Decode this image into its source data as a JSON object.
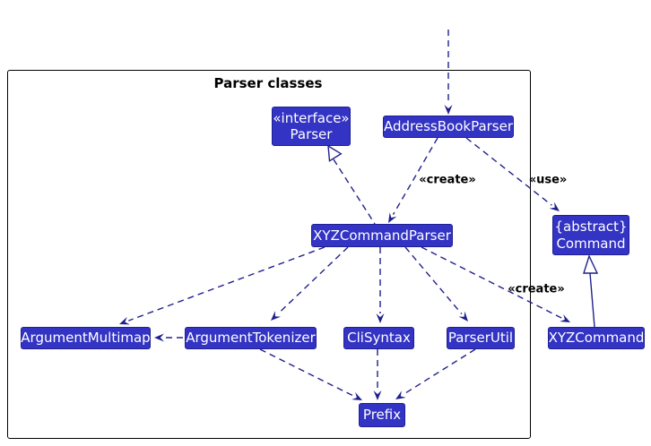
{
  "diagram": {
    "frame_title": "Parser classes",
    "nodes": {
      "parser": {
        "stereotype": "«interface»",
        "name": "Parser"
      },
      "address_book_parser": {
        "name": "AddressBookParser"
      },
      "xyz_command_parser": {
        "name": "XYZCommandParser"
      },
      "command": {
        "stereotype": "{abstract}",
        "name": "Command"
      },
      "argument_multimap": {
        "name": "ArgumentMultimap"
      },
      "argument_tokenizer": {
        "name": "ArgumentTokenizer"
      },
      "cli_syntax": {
        "name": "CliSyntax"
      },
      "parser_util": {
        "name": "ParserUtil"
      },
      "xyz_command": {
        "name": "XYZCommand"
      },
      "prefix": {
        "name": "Prefix"
      }
    },
    "edge_labels": {
      "addressbookparser_to_xyzcommandparser": "«create»",
      "addressbookparser_to_command": "«use»",
      "xyzcommandparser_to_xyzcommand": "«create»"
    },
    "colors": {
      "node_fill": "#3333C4",
      "node_border": "#1F1F96",
      "node_text": "#FFFFFF",
      "arrow": "#20208D",
      "frame_border": "#000000",
      "label_text": "#000000",
      "background": "#FFFFFF"
    }
  }
}
